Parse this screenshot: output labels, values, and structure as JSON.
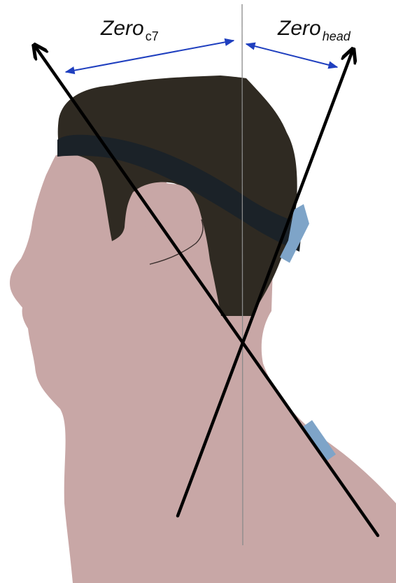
{
  "labels": {
    "zero_c7": {
      "main": "Zero",
      "sub": "c7"
    },
    "zero_head": {
      "main": "Zero",
      "sub": "head"
    }
  },
  "colors": {
    "skin": "#c8a7a6",
    "hair": "#2f2a22",
    "headband": "#1b2228",
    "sensor": "#7ea4c8",
    "axis_line": "#000000",
    "range_arrow": "#1f3fbf",
    "plumb_line": "#8a8a8a",
    "background": "#ffffff"
  },
  "icons": {
    "head_sensor": "sensor-marker-icon",
    "neck_sensor": "sensor-marker-icon"
  }
}
